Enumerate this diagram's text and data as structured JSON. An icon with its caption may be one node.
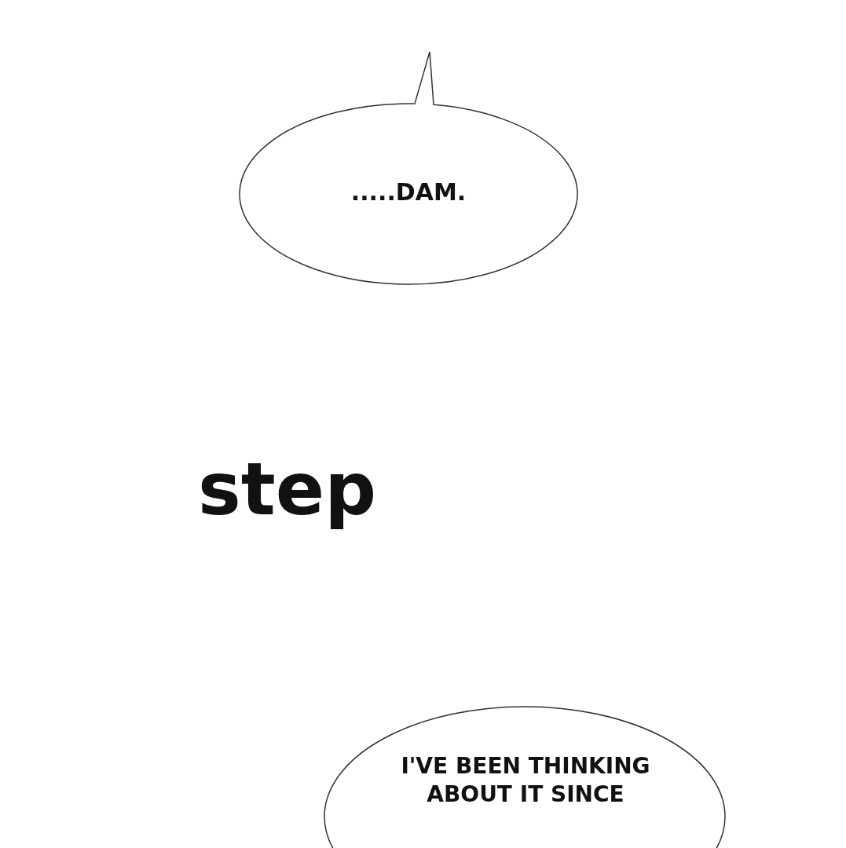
{
  "diagram": {
    "nodes": [
      {
        "text": [
          ".....DAM."
        ]
      },
      {
        "text": [
          "I'VE BEEN THINKING ABOUT IT SINCE"
        ]
      }
    ],
    "labels": [
      "step"
    ]
  }
}
